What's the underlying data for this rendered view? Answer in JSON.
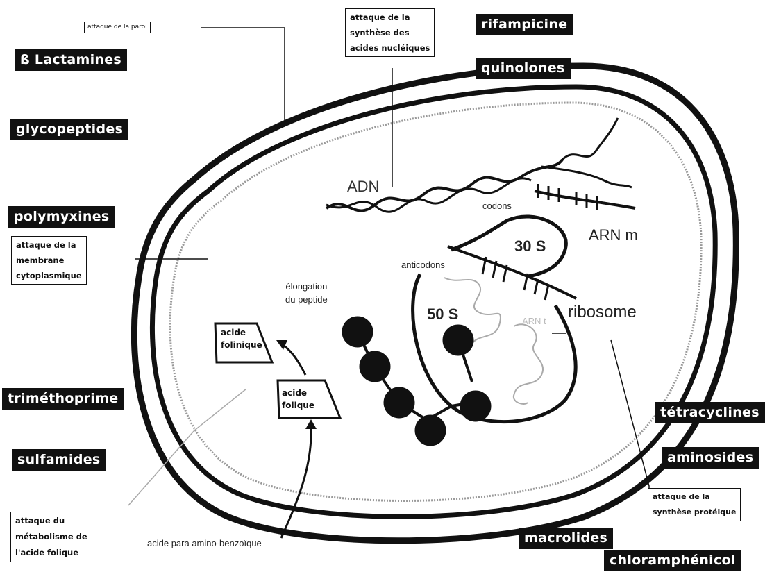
{
  "drugs": {
    "beta_lactamines": "ß Lactamines",
    "glycopeptides": "glycopeptides",
    "polymyxines": "polymyxines",
    "trimethoprime": "triméthoprime",
    "sulfamides": "sulfamides",
    "rifampicine": "rifampicine",
    "quinolones": "quinolones",
    "tetracyclines": "tétracyclines",
    "aminosides": "aminosides",
    "macrolides": "macrolides",
    "chloramphenicol": "chloramphénicol"
  },
  "notes": {
    "paroi": "attaque de la paroi",
    "acides_nucleiques": [
      "attaque de la",
      "synthèse des",
      "acides nucléiques"
    ],
    "membrane": [
      "attaque de la",
      "membrane",
      "cytoplasmique"
    ],
    "acide_folique": [
      "attaque du",
      "métabolisme de",
      "l'acide folique"
    ],
    "proteique": [
      "attaque de la",
      "synthèse protéique"
    ]
  },
  "labels": {
    "adn": "ADN",
    "codons": "codons",
    "arn_m": "ARN m",
    "thirty_s": "30 S",
    "anticodons": "anticodons",
    "fifty_s": "50 S",
    "arnt": "ARN t",
    "ribosome": "ribosome",
    "elongation": [
      "élongation",
      "du peptide"
    ],
    "acide_folinique": [
      "acide",
      "folinique"
    ],
    "acide_folique": [
      "acide",
      "folique"
    ],
    "paba": "acide para amino-benzoïque"
  }
}
